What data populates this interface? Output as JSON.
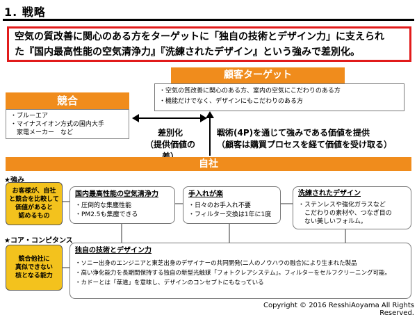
{
  "title": "1. 戦略",
  "headline": {
    "line1": "空気の質改善に関心のある方をターゲットに「独自の技術とデザイン力」に支えられ",
    "line2": "た『国内最高性能の空気清浄力』『洗練されたデザイン』という強みで差別化。"
  },
  "customer": {
    "header": "顧客ターゲット",
    "items": [
      "・空気の質改善に関心のある方、室内の空気にこだわりのある方",
      "・機能だけでなく、デザインにもこだわりのある方"
    ]
  },
  "competition": {
    "header": "競合",
    "items": [
      "・ブルーエア",
      "・マイナスイオン方式の国内大手",
      "　家電メーカー　など"
    ]
  },
  "differentiation": {
    "line1": "差別化",
    "line2": "（提供価値の差）"
  },
  "value_delivery": {
    "line1": "戦術(4P)を通じて強みである価値を提供",
    "line2": "（顧客は購買プロセスを経て価値を受け取る）"
  },
  "self": {
    "header": "自社"
  },
  "strengths": {
    "label": "★強み",
    "note_lines": [
      "お客様が、自社",
      "と競合を比較して",
      "価値があると",
      "認めるもの"
    ],
    "cards": [
      {
        "title": "国内最高性能の空気清浄力",
        "items": [
          "・圧倒的な集塵性能",
          "・PM2.5も集塵できる"
        ]
      },
      {
        "title": "手入れが楽",
        "items": [
          "・日々のお手入れ不要",
          "・フィルター交換は1年に1度"
        ]
      },
      {
        "title": "洗練されたデザイン",
        "items": [
          "・ステンレスや強化ガラスなど",
          "　こだわりの素材や、つなぎ目の",
          "　ない美しいフォルム。"
        ]
      }
    ]
  },
  "core": {
    "label": "★コア・コンピタンス",
    "note_lines": [
      "競合他社に",
      "真似できない",
      "核となる能力"
    ],
    "card": {
      "title": "独自の技術とデザイン力",
      "items": [
        "・ソニー出身のエンジニアと東芝出身のデザイナーの共同開発(二人のノウハウの融合)により生まれた製品",
        "・高い浄化能力を長期間保持する独自の新型光触媒「フォトクレアシステム」。フィルターをセルフクリーニング可能。",
        "・カドーとは「華道」を意味し、デザインのコンセプトにもなっている"
      ]
    }
  },
  "copyright": "Copyright © 2016 ResshiAoyama All Rights Reserved.",
  "colors": {
    "orange": "#f08c1c",
    "yellow": "#f3c21d",
    "red_border": "#e11b1b"
  }
}
